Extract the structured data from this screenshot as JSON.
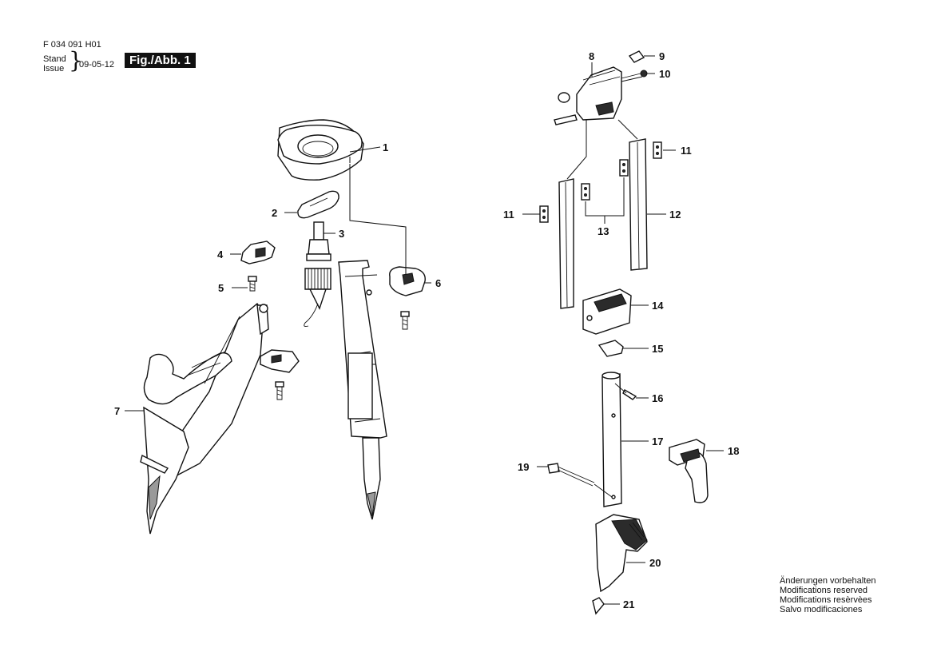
{
  "header": {
    "code": "F 034 091 H01",
    "stand": "Stand",
    "issue": "Issue",
    "brace": "}",
    "date": "09-05-12",
    "figure": "Fig./Abb. 1"
  },
  "part_numbers": [
    "1",
    "2",
    "3",
    "4",
    "5",
    "6",
    "7",
    "8",
    "9",
    "10",
    "11",
    "11",
    "12",
    "13",
    "14",
    "15",
    "16",
    "17",
    "18",
    "19",
    "20",
    "21"
  ],
  "footer": {
    "lines": [
      "Änderungen vorbehalten",
      "Modifications reserved",
      "Modifications resèrvèes",
      "Salvo modificaciones"
    ]
  }
}
